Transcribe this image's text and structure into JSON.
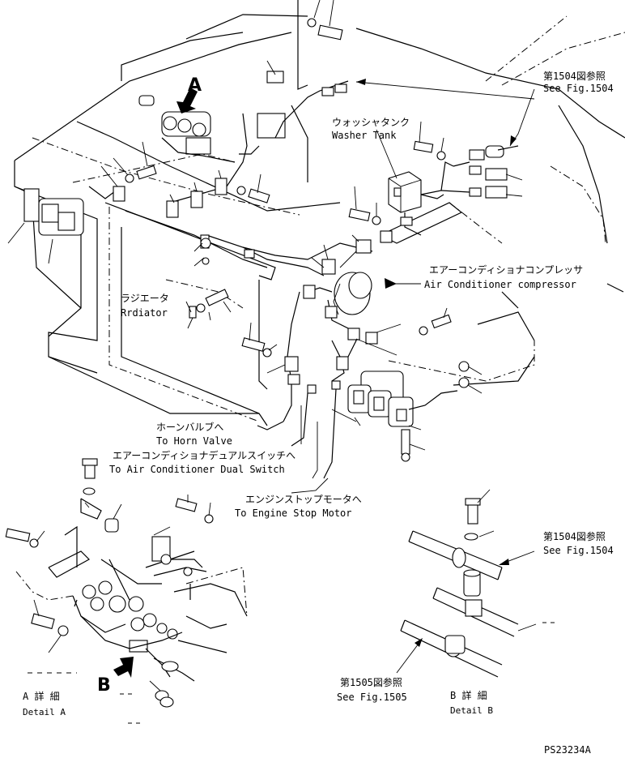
{
  "labels": {
    "see1504_top_jp": "第1504図参照",
    "see1504_top_en": "See Fig.1504",
    "washer_jp": "ウォッシャタンク",
    "washer_en": "Washer Tank",
    "aircon_comp_jp": "エアーコンディショナコンプレッサ",
    "aircon_comp_en": "Air Conditioner compressor",
    "radiator_jp": "ラジエータ",
    "radiator_en": "Rrdiator",
    "horn_jp": "ホーンバルブへ",
    "horn_en": "To Horn Valve",
    "dual_switch_jp": "エアーコンディショナデュアルスイッチへ",
    "dual_switch_en": "To Air Conditioner Dual Switch",
    "stop_motor_jp": "エンジンストップモータへ",
    "stop_motor_en": "To Engine Stop Motor",
    "see1504_bot_jp": "第1504図参照",
    "see1504_bot_en": "See Fig.1504",
    "see1505_jp": "第1505図参照",
    "see1505_en": "See Fig.1505",
    "detail_a_jp": "A 詳 細",
    "detail_a_en": "Detail A",
    "detail_b_jp": "B 詳 細",
    "detail_b_en": "Detail B",
    "arrow_a": "A",
    "arrow_b": "B",
    "drawing_no": "PS23234A"
  }
}
